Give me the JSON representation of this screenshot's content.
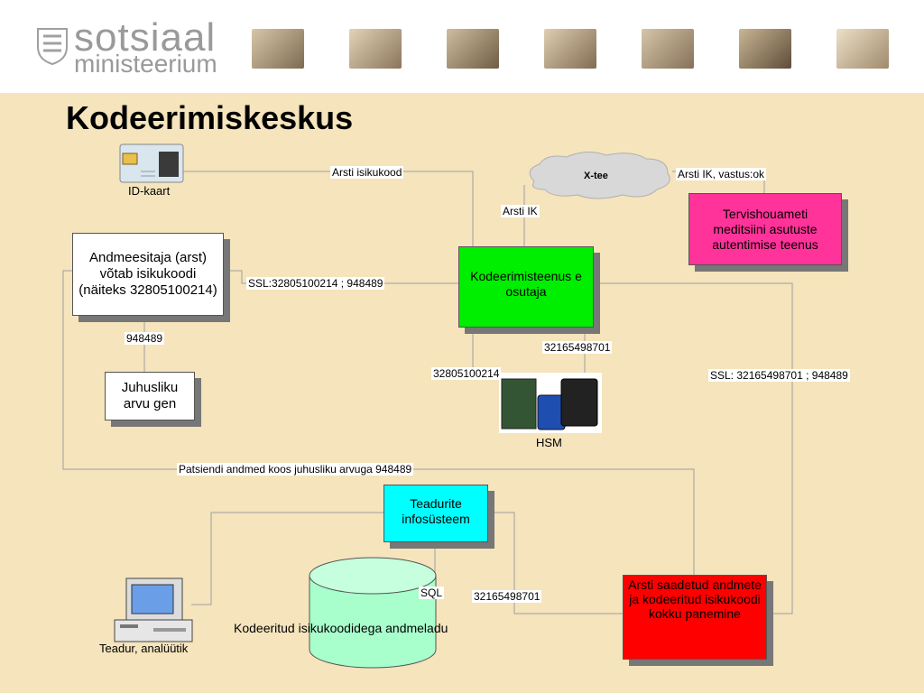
{
  "header": {
    "logo_line1": "sotsiaal",
    "logo_line2": "ministeerium",
    "photo_count": 7
  },
  "title": "Kodeerimiskeskus",
  "nodes": {
    "id_card": "ID-kaart",
    "arst": "Andmeesitaja (arst) võtab isikukoodi (näiteks 32805100214)",
    "juhuslik": "Juhusliku arvu gen",
    "kodeerimis": "Kodeerimisteenus e osutaja",
    "xtee": "X-tee",
    "tervis": "Tervishouameti meditsiini asutuste autentimise teenus",
    "hsm": "HSM",
    "teadurite": "Teadurite infosüsteem",
    "db": "Kodeeritud isikukoodidega andmeladu",
    "teadur": "Teadur, analüütik",
    "arsti_saadetud": "Arsti saadetud andmete ja kodeeritud isikukoodi kokku panemine"
  },
  "edge_labels": {
    "arsti_isikukood": "Arsti isikukood",
    "arsti_ik_vastus": "Arsti IK, vastus:ok",
    "arsti_ik": "Arsti IK",
    "ssl1": "SSL:32805100214 ; 948489",
    "n948489": "948489",
    "n32165498701": "32165498701",
    "n32805100214": "32805100214",
    "ssl2": "SSL: 32165498701 ; 948489",
    "patsiendi": "Patsiendi andmed koos juhusliku arvuga 948489",
    "sql": "SQL",
    "n32165498701b": "32165498701"
  },
  "colors": {
    "background": "#f5e4bc",
    "green": "#00ee00",
    "magenta": "#ff3399",
    "cyan": "#00ffff",
    "red": "#ff0000",
    "db_green": "#a8ffcc",
    "line": "#a0a0a0"
  }
}
